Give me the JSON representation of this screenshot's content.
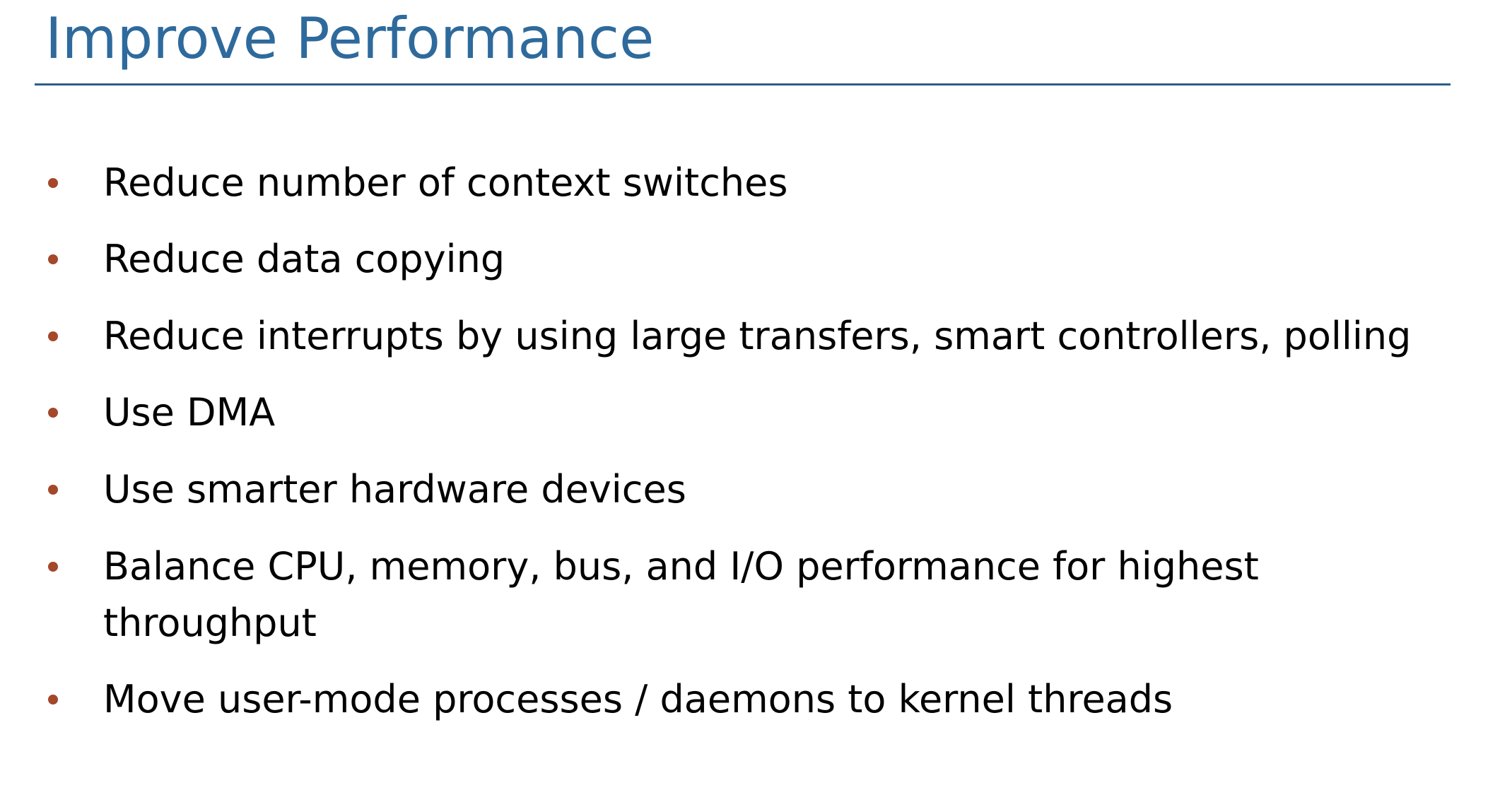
{
  "slide": {
    "title": "Improve Performance",
    "accent_color": "#2E6A9C",
    "bullet_color": "#A4472A",
    "bullets": [
      "Reduce number of context switches",
      "Reduce data copying",
      "Reduce interrupts by using large transfers, smart controllers, polling",
      "Use DMA",
      "Use smarter hardware devices",
      "Balance CPU, memory, bus, and I/O performance for highest throughput",
      "Move user-mode processes / daemons to kernel threads"
    ]
  }
}
